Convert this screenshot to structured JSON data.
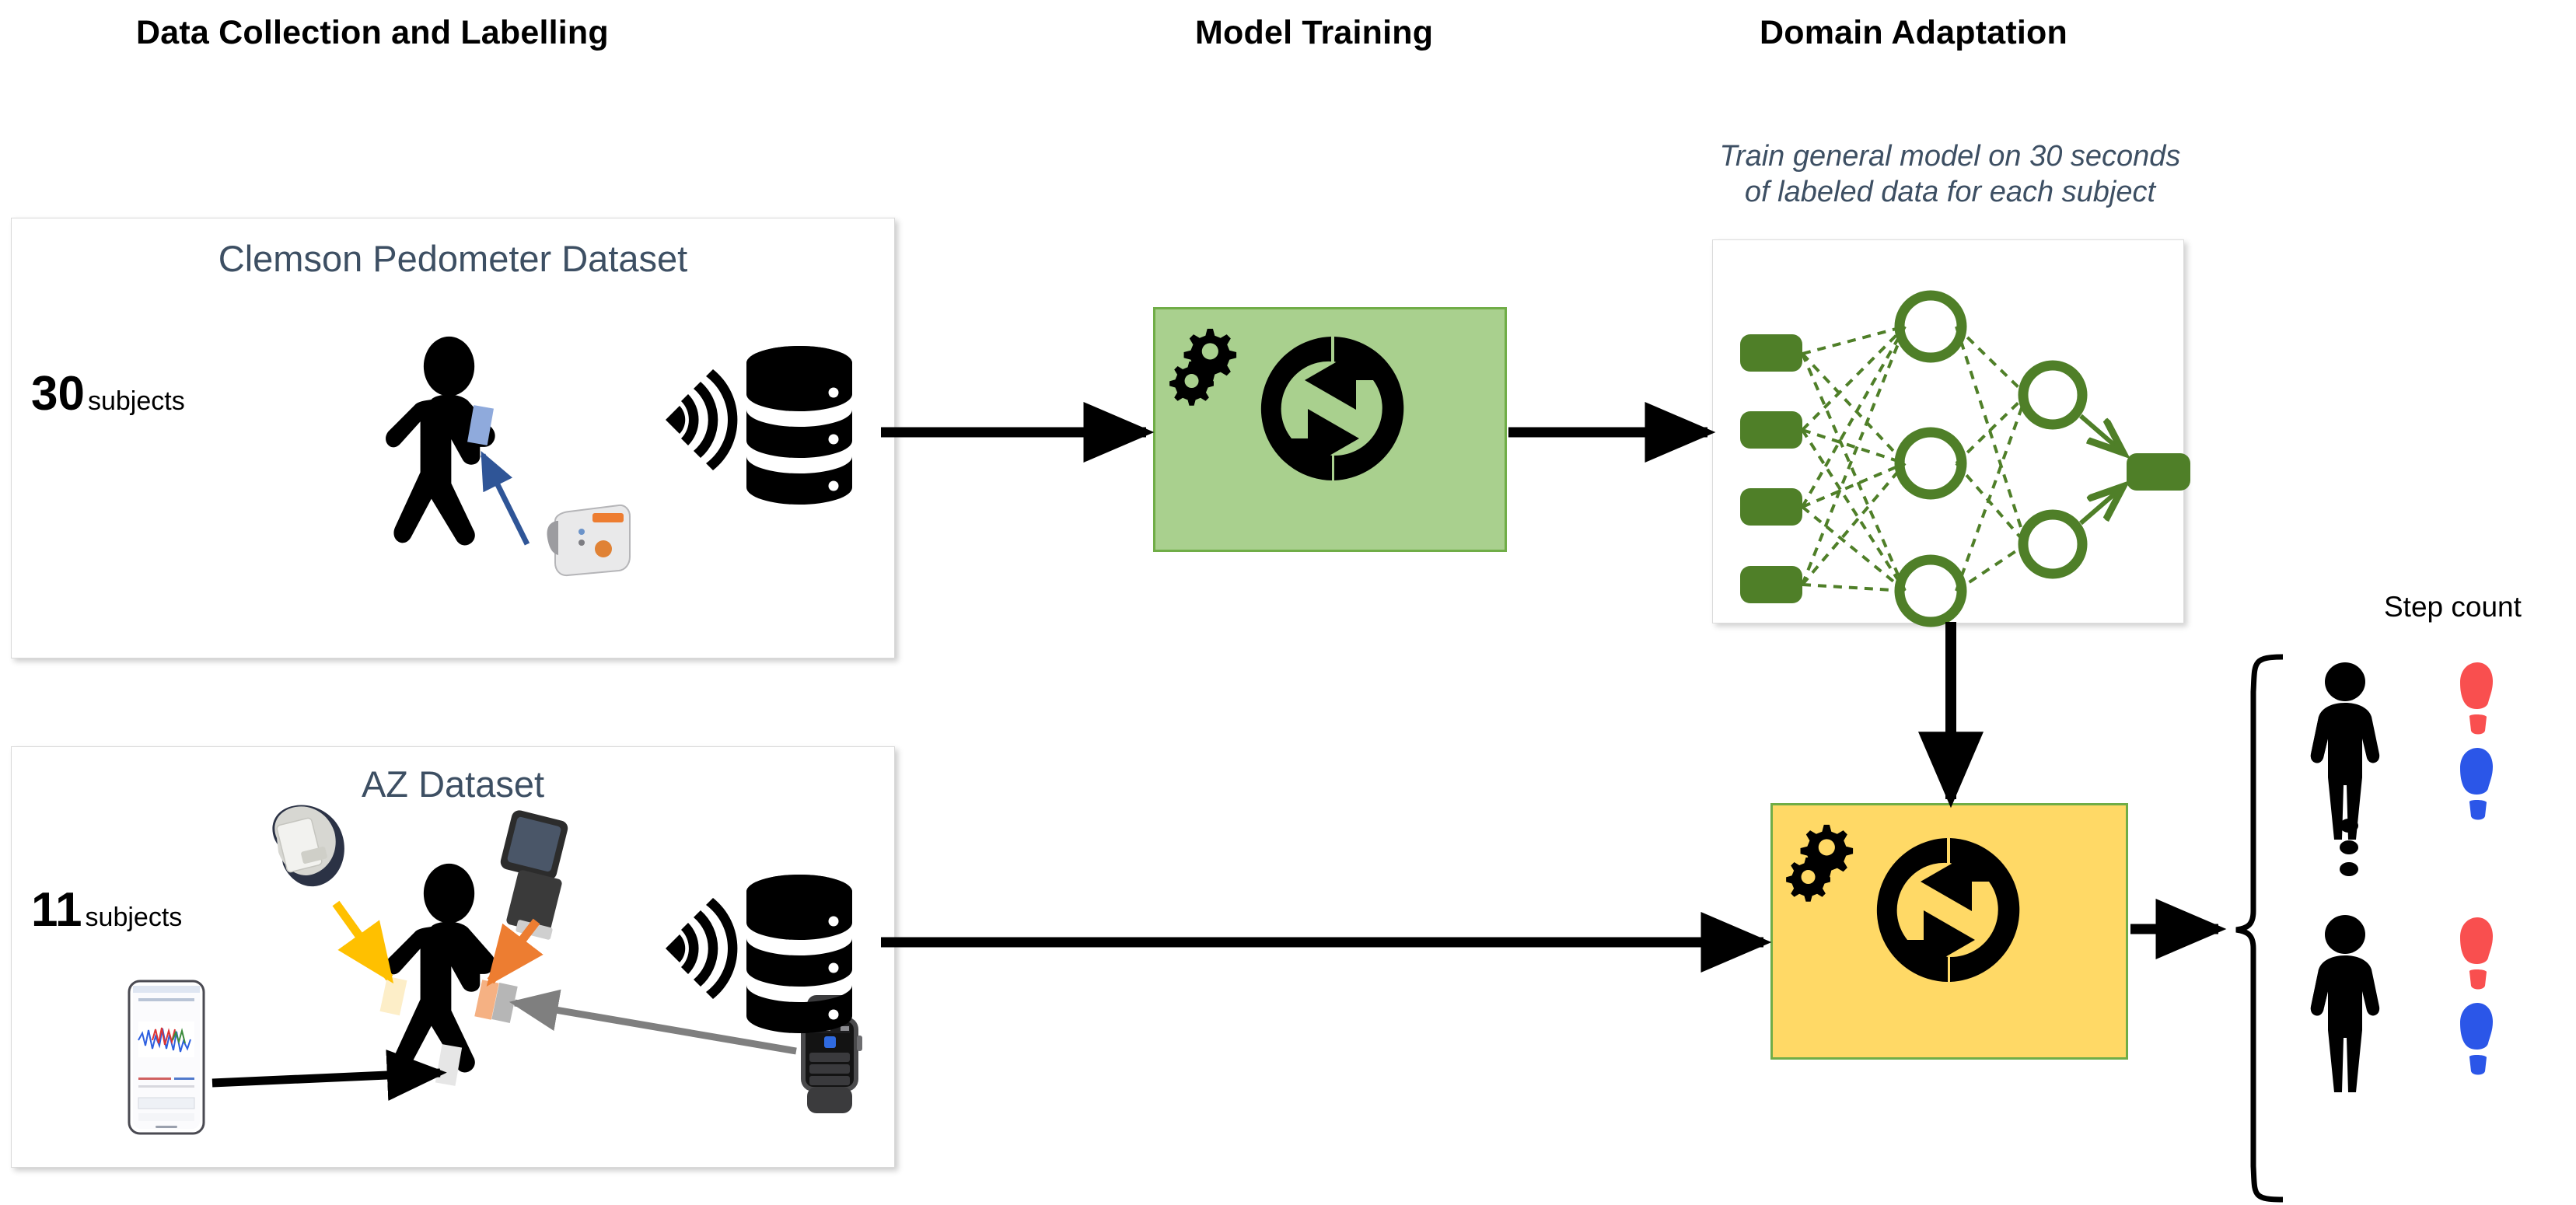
{
  "headers": [
    {
      "id": "data-collection",
      "label": "Data Collection and Labelling"
    },
    {
      "id": "model-training",
      "label": "Model Training"
    },
    {
      "id": "domain-adaptation",
      "label": "Domain Adaptation"
    }
  ],
  "panels": {
    "clemson": {
      "title": "Clemson Pedometer Dataset",
      "subject_count": "30",
      "subject_word": "subjects",
      "icons": [
        "walking-person-icon",
        "pedometer-device-icon",
        "wireless-signal-icon",
        "database-icon"
      ],
      "annotation_arrow_color": "#2f5597"
    },
    "az": {
      "title": "AZ Dataset",
      "subject_count": "11",
      "subject_word": "subjects",
      "icons": [
        "wrist-sensor-band-icon",
        "smartwatch-icon",
        "phone-accelerometer-icon",
        "apple-watch-icon",
        "walking-person-icon",
        "wireless-signal-icon",
        "database-icon"
      ],
      "arrow_colors": {
        "wrist_band": "#ffc000",
        "smartwatch": "#ed7d31",
        "phone": "#000000",
        "apple_watch": "#7f7f7f"
      }
    }
  },
  "training": {
    "box_label": "training-process-box",
    "icons": [
      "gears-icon",
      "sync-arrows-icon"
    ],
    "fill": "#a9d08e",
    "border": "#70ad47"
  },
  "domain_adaptation": {
    "note": "Train general model on 30 seconds of labeled data for each subject",
    "note_line_1": "Train general model on 30 seconds",
    "note_line_2": "of labeled data for each subject",
    "network": {
      "input_nodes": 4,
      "hidden_nodes": 3,
      "second_hidden_nodes": 2,
      "output_nodes": 1,
      "color": "#4f7f28"
    },
    "adapt_box": {
      "icons": [
        "gears-icon",
        "sync-arrows-icon"
      ],
      "fill": "#ffd966",
      "border": "#70ad47"
    }
  },
  "output": {
    "label": "Step count",
    "subjects": [
      {
        "person": "person-icon",
        "footprints": [
          "red-footprint-icon",
          "blue-footprint-icon"
        ]
      },
      {
        "person": "ellipsis-vertical-icon",
        "footprints": []
      },
      {
        "person": "person-icon",
        "footprints": [
          "red-footprint-icon",
          "blue-footprint-icon"
        ]
      }
    ],
    "footprint_colors": {
      "red": "#f94f4f",
      "blue": "#2b56e8"
    }
  },
  "colors": {
    "title_blue": "#3d4f63",
    "green_fill": "#a9d08e",
    "green_border": "#70ad47",
    "yellow_fill": "#ffd966",
    "nn_green": "#4f7f28",
    "arrow_black": "#000000"
  }
}
